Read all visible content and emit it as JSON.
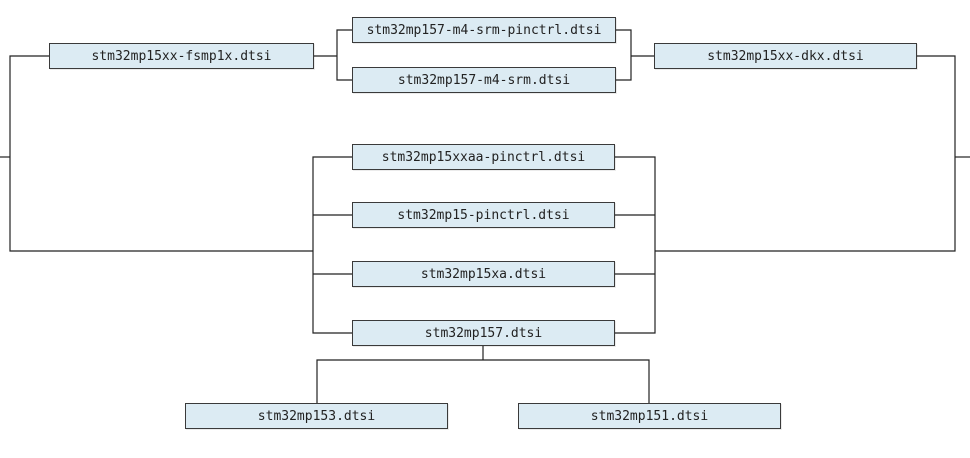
{
  "nodes": {
    "fsmp1x": "stm32mp15xx-fsmp1x.dtsi",
    "m4_srm_pinctrl": "stm32mp157-m4-srm-pinctrl.dtsi",
    "m4_srm": "stm32mp157-m4-srm.dtsi",
    "dkx": "stm32mp15xx-dkx.dtsi",
    "xxaa_pinctrl": "stm32mp15xxaa-pinctrl.dtsi",
    "pinctrl": "stm32mp15-pinctrl.dtsi",
    "xa": "stm32mp15xa.dtsi",
    "mp157": "stm32mp157.dtsi",
    "mp153": "stm32mp153.dtsi",
    "mp151": "stm32mp151.dtsi"
  },
  "colors": {
    "box_fill": "#dcebf3",
    "box_border": "#3a3a3a",
    "line": "#222222"
  }
}
